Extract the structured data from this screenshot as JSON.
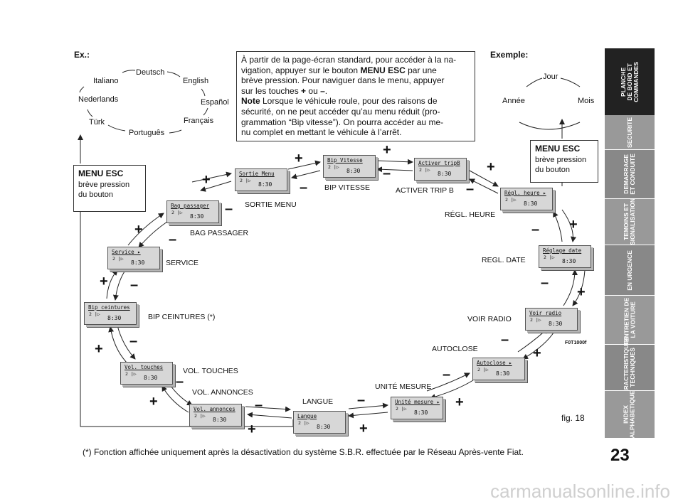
{
  "ex_label": "Ex.:",
  "example_label": "Exemple:",
  "languages": [
    "Deutsch",
    "English",
    "Español",
    "Français",
    "Português",
    "Türk",
    "Nederlands",
    "Italiano"
  ],
  "date_cycle": [
    "Jour",
    "Mois",
    "Année"
  ],
  "info_box": {
    "line1": "À partir de la page-écran standard, pour accéder à la na-",
    "line2_a": "vigation, appuyer sur le bouton ",
    "line2_b": "MENU ESC",
    "line2_c": " par une",
    "line3": "brève pression. Pour naviguer dans le menu, appuyer",
    "line4_a": "sur les touches ",
    "line4_b": "+",
    "line4_c": " ou ",
    "line4_d": "–",
    "line4_e": ".",
    "line5_a": "Note",
    "line5_b": " Lorsque le véhicule roule, pour des raisons de",
    "line6": "sécurité, on ne peut accéder qu’au menu réduit (pro-",
    "line7": "grammation “Bip vitesse”). On pourra accéder au me-",
    "line8": "nu complet en mettant le véhicule à l’arrêt."
  },
  "menu_esc_left": {
    "title": "MENU ESC",
    "line1": "brève pression",
    "line2": "du bouton"
  },
  "menu_esc_right": {
    "title": "MENU ESC",
    "line1": "brève pression",
    "line2": "du bouton"
  },
  "displays": [
    {
      "title": "Sortie Menu",
      "icon": "2 |▷",
      "clock": "8:30",
      "label": "SORTIE MENU"
    },
    {
      "title": "Bip Vitesse",
      "icon": "2 |▷",
      "clock": "8:30",
      "label": "BIP VITESSE"
    },
    {
      "title": "Activer tripB",
      "icon": "2 |▷",
      "clock": "8:30",
      "label": "ACTIVER TRIP B"
    },
    {
      "title": "Régl. heure ▸",
      "icon": "2 |▷",
      "clock": "8:30",
      "label": "RÉGL.  HEURE"
    },
    {
      "title": "Réglage date",
      "icon": "2 |▷",
      "clock": "8:30",
      "label": "REGL. DATE"
    },
    {
      "title": "Voir radio",
      "icon": "2 |▷",
      "clock": "8:30",
      "label": "VOIR RADIO"
    },
    {
      "title": "Autoclose ▸",
      "icon": "2 |▷",
      "clock": "8:30",
      "label": "AUTOCLOSE"
    },
    {
      "title": "Unité mesure ▸",
      "icon": "2 |▷",
      "clock": "8:30",
      "label": "UNITÉ MESURE"
    },
    {
      "title": "Langue",
      "icon": "2 |▷",
      "clock": "8:30",
      "label": "LANGUE"
    },
    {
      "title": "Vol. annonces",
      "icon": "2 |▷",
      "clock": "8:30",
      "label": "VOL. ANNONCES"
    },
    {
      "title": "Vol. touches",
      "icon": "2 |▷",
      "clock": "8:30",
      "label": "VOL. TOUCHES"
    },
    {
      "title": "Bip ceintures",
      "icon": "2 |▷",
      "clock": "8:30",
      "label": "BIP  CEINTURES  (*)"
    },
    {
      "title": "Service  ▸",
      "icon": "2 |▷",
      "clock": "8:30",
      "label": "SERVICE"
    },
    {
      "title": "Bag passager",
      "icon": "2 |▷",
      "clock": "8:30",
      "label": "BAG PASSAGER"
    }
  ],
  "plus": "+",
  "minus": "–",
  "figure_code": "F0T1000f",
  "fig_label": "fig. 18",
  "footnote": "(*) Fonction affichée uniquement après la désactivation du système S.B.R. effectuée par le Réseau Après-vente Fiat.",
  "page_number": "23",
  "side_tabs": [
    "PLANCHE\nDE BORD ET\nCOMMANDES",
    "SECURITE",
    "DEMARRAGE\nET CONDUITE",
    "TEMOINS ET\nSIGNALISATION",
    "EN URGENCE",
    "ENTRETIEN DE\nLA VOITURE",
    "CARACTERISTIQUES\nTECHNIQUES",
    "INDEX\nALPHABETIQUE"
  ],
  "watermark": "carmanualsonline.info"
}
